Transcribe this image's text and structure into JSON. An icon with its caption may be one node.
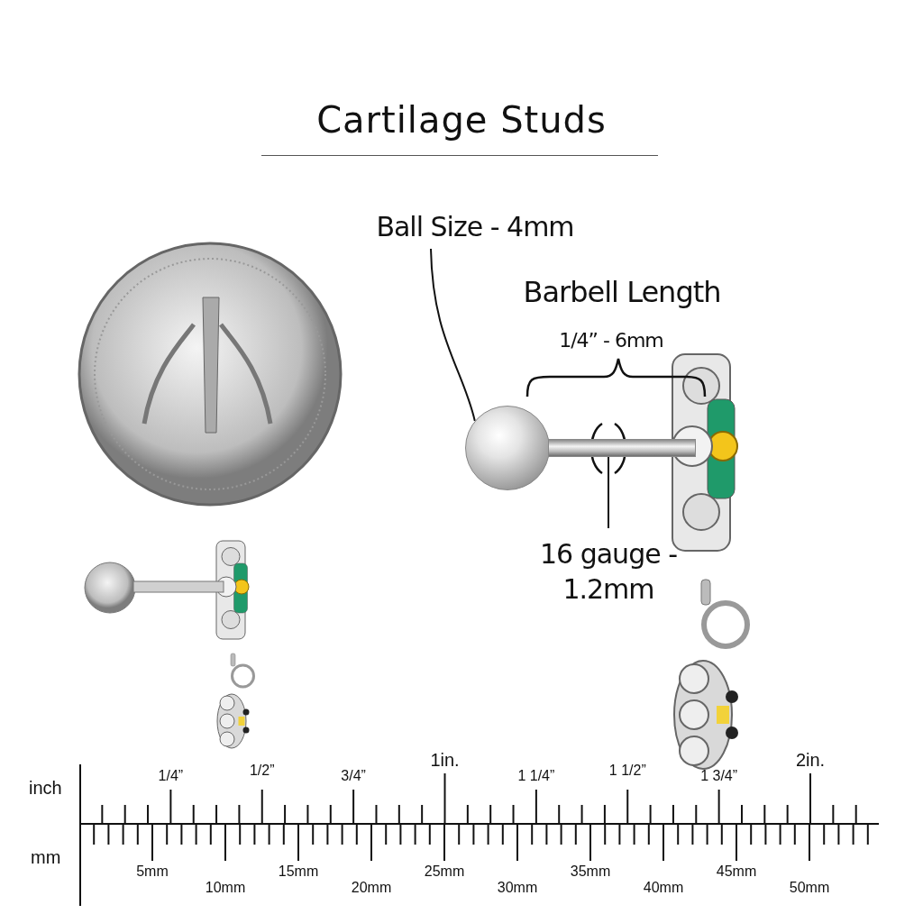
{
  "diagram": {
    "title": "Cartilage Studs",
    "nodes": [
      {
        "text": [
          "Ball Size - 4mm"
        ]
      },
      {
        "text": [],
        "shape": "circle"
      },
      {
        "text": [
          "16 gauge - 1.2mm"
        ]
      },
      {
        "text": [],
        "shape": "bar"
      }
    ],
    "edges": [
      {
        "from": 0,
        "to": 1,
        "arrow": "none"
      },
      {
        "from": 2,
        "to": 3,
        "arrow": "none"
      }
    ],
    "labels": [
      "Barbell Length",
      "1/4” - 6mm",
      "inch",
      "mm",
      "1/4”",
      "1/2”",
      "3/4”",
      "1in.",
      "1 1/4”",
      "1 1/2”",
      "1 3/4”",
      "2in.",
      "5mm",
      "10mm",
      "15mm",
      "20mm",
      "25mm",
      "30mm",
      "35mm",
      "40mm",
      "45mm",
      "50mm"
    ]
  }
}
